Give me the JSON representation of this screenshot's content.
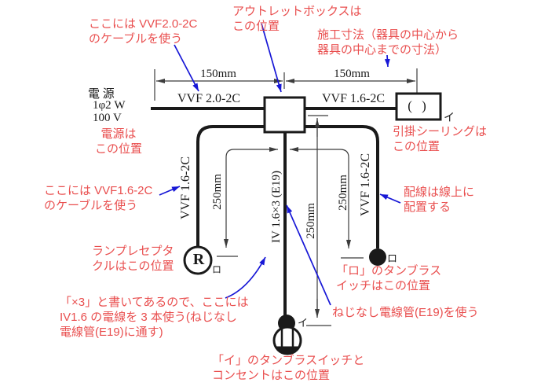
{
  "colors": {
    "red": "#e94f4f",
    "blue": "#1717d6",
    "black": "#1a1a1a",
    "dim": "#3c3c3c"
  },
  "power": {
    "line1": "電 源",
    "line2": "1φ2 W",
    "line3": "100 V"
  },
  "labels": {
    "vvf20": "VVF 2.0-2C",
    "vvf16_ceiling": "VVF 1.6-2C",
    "vvf16_left": "VVF 1.6-2C",
    "vvf16_right": "VVF 1.6-2C",
    "iv_conduit": "IV 1.6×3 (E19)",
    "dim_left_150": "150mm",
    "dim_right_150": "150mm",
    "dim_left_250": "250mm",
    "dim_center_250": "250mm",
    "dim_right_250": "250mm",
    "receptacle_letter": "R",
    "rose_glyph": "( )",
    "circuit_rose": "イ",
    "circuit_receptacle": "ロ",
    "circuit_switch_i": "イ",
    "circuit_switch_ro": "ロ"
  },
  "annotations": {
    "vvf20_note": "ここには VVF2.0-2C\nのケーブルを使う",
    "outlet_box_note": "アウトレットボックスは\nこの位置",
    "dimension_note": "施工寸法（器具の中心から\n器具の中心までの寸法）",
    "power_note": "電源は\nこの位置",
    "rose_note": "引掛シーリングは\nこの位置",
    "vvf16_note": "ここには VVF1.6-2C\nのケーブルを使う",
    "receptacle_note": "ランプレセプタ\nクルはこの位置",
    "on_line_note": "配線は線上に\n配置する",
    "switch_ro_note": "「ロ」のタンブラス\nイッチはこの位置",
    "conduit_note": "ねじなし電線管(E19)を使う",
    "iv_note": "「×3」と書いてあるので、ここには\nIV1.6 の電線を 3 本使う(ねじなし\n電線管(E19)に通す)",
    "switch_i_note": "「イ」のタンブラスイッチと\nコンセントはこの位置"
  }
}
